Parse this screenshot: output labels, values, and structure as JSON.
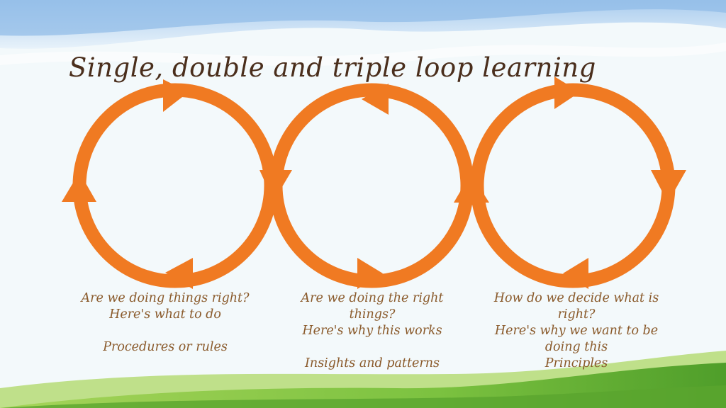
{
  "slide": {
    "title": "Single, double and triple loop learning"
  },
  "colors": {
    "loop": "#f07a22",
    "title": "#4a2e1c",
    "caption": "#8a5a2b",
    "sky": "#c8dff5",
    "grass": "#6bb636"
  },
  "loops": [
    {
      "question": "Are we doing things right?",
      "explanation": "Here's what to do",
      "focus": "Procedures or rules"
    },
    {
      "question": "Are we doing the right things?",
      "explanation": "Here's why this works",
      "focus": "Insights and patterns"
    },
    {
      "question": "How do we decide what is right?",
      "explanation": "Here's why we want to be doing this",
      "focus": "Principles"
    }
  ]
}
